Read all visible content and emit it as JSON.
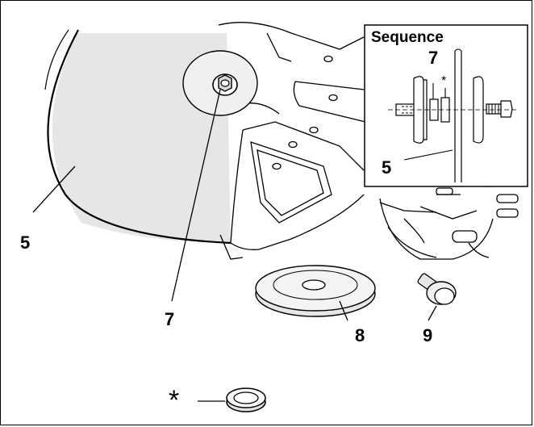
{
  "figure": {
    "callouts": {
      "blade": "5",
      "bolt_washer": "7",
      "washer": "8",
      "bolt": "9"
    },
    "inset": {
      "title": "Sequence",
      "callout_top": "7",
      "callout_bottom": "5",
      "asterisk": "*"
    },
    "legend": {
      "asterisk": "*"
    },
    "colors": {
      "line": "#000000",
      "background": "#ffffff",
      "shade": "#e6e6e6"
    }
  }
}
